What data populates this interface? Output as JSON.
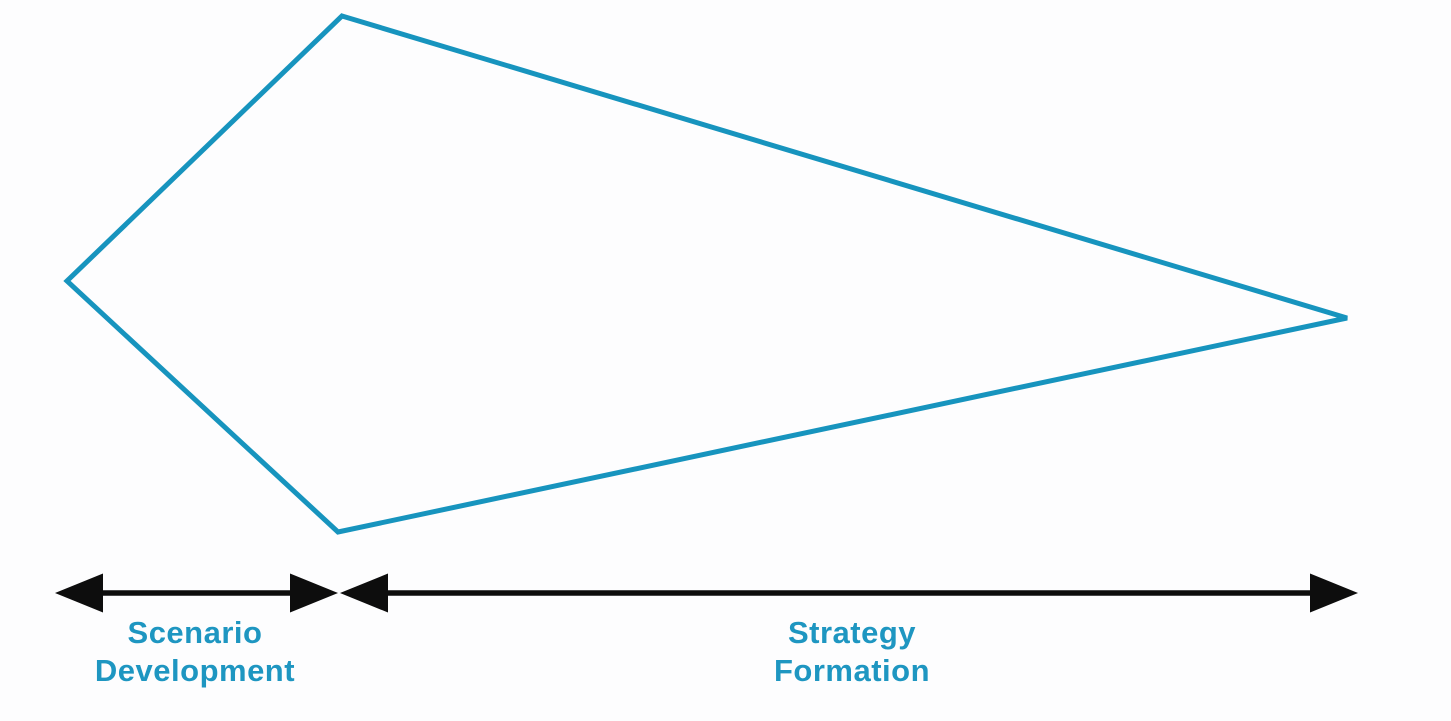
{
  "diagram": {
    "description": "Kite-shaped cone diagram over a two-segment timeline axis",
    "labels": {
      "scenario": {
        "line1": "Scenario",
        "line2": "Development"
      },
      "strategy": {
        "line1": "Strategy",
        "line2": "Formation"
      }
    }
  },
  "colors": {
    "shape_outline": "#1794BE",
    "label_text": "#1E96C1",
    "arrow": "#0D0D0D",
    "background": "#FDFDFE"
  }
}
